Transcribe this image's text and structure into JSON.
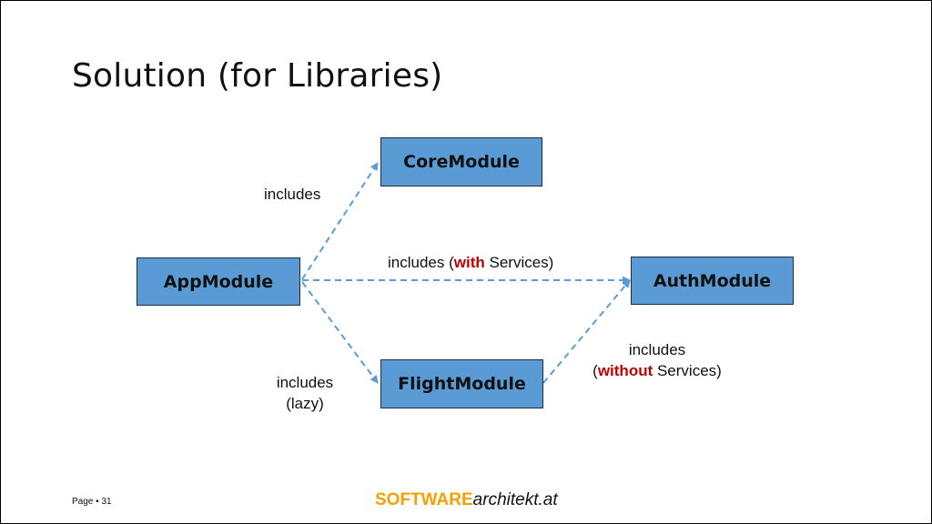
{
  "slide": {
    "title": "Solution (for Libraries)"
  },
  "modules": {
    "core": "CoreModule",
    "app": "AppModule",
    "auth": "AuthModule",
    "flight": "FlightModule"
  },
  "edges": {
    "app_core": "includes",
    "app_auth": {
      "pre": "includes (",
      "highlight": "with",
      "post": " Services)"
    },
    "app_flight": {
      "line1": "includes",
      "line2": "(lazy)"
    },
    "flight_auth": {
      "line1": "includes",
      "pre": "(",
      "highlight": "without",
      "post": " Services)"
    }
  },
  "footer": {
    "page_label": "Page",
    "separator": "▪",
    "page_number": "31",
    "brand_part1": "SOFTWARE",
    "brand_part2": "architekt.at"
  },
  "colors": {
    "box_fill": "#5b9bd5",
    "connector": "#5b9bd5",
    "highlight": "#c00000",
    "brand_accent": "#f5a000"
  }
}
